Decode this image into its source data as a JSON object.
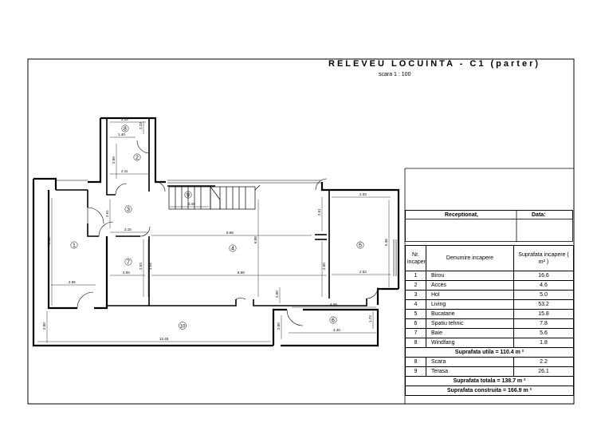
{
  "header": {
    "title": "RELEVEU LOCUINTA - C1 (parter)",
    "scale": "scara 1 : 100"
  },
  "stamp": {
    "received_label": "Receptionat,",
    "date_label": "Data:"
  },
  "rooms_table": {
    "col_nr": "Nr. incapere",
    "col_name": "Denumire incapere",
    "col_area": "Suprafata incapere ( m² )",
    "rows": [
      {
        "nr": "1",
        "name": "Birou",
        "area": "16.6"
      },
      {
        "nr": "2",
        "name": "Acces",
        "area": "4.6"
      },
      {
        "nr": "3",
        "name": "Hol",
        "area": "5.0"
      },
      {
        "nr": "4",
        "name": "Living",
        "area": "53.2"
      },
      {
        "nr": "5",
        "name": "Bucatarie",
        "area": "15.8"
      },
      {
        "nr": "6",
        "name": "Spatiu tehnic",
        "area": "7.8"
      },
      {
        "nr": "7",
        "name": "Baie",
        "area": "5.6"
      },
      {
        "nr": "8",
        "name": "Windfang",
        "area": "1.8"
      }
    ],
    "useful_total": "Suprafata utila = 110.4 m ²",
    "extra_rows": [
      {
        "nr": "8",
        "name": "Scara",
        "area": "2.2"
      },
      {
        "nr": "9",
        "name": "Terasa",
        "area": "26.1"
      }
    ],
    "total": "Suprafata totala = 138.7 m ²",
    "built_total": "Suprafata construita = 166.9 m ²"
  },
  "plan": {
    "room_numbers": [
      "1",
      "2",
      "3",
      "4",
      "5",
      "6",
      "7",
      "8",
      "9",
      "10"
    ],
    "dimensions": {
      "d_2_12": "2.12",
      "d_1_40": "1.40",
      "d_2_23": "2.23",
      "d_2_00a": "2.00",
      "d_2_11": "2.11",
      "d_2_15": "2.15",
      "d_2_40": "2.40",
      "d_2_51": "2.51",
      "d_5_43": "5.43",
      "d_2_65": "2.65",
      "d_8_68a": "8.68",
      "d_8_68b": "8.68",
      "d_6_08": "6.08",
      "d_2_53": "2.53",
      "d_2_00b": "2.00",
      "d_3_54": "3.54",
      "d_2_50": "2.50",
      "d_2_03": "2.03",
      "d_2_51b": "2.51",
      "d_2_53b": "2.53",
      "d_5_38": "5.38",
      "d_4_58": "4.58",
      "d_4_40": "4.40",
      "d_1_73": "1.73",
      "d_2_00c": "2.00",
      "d_12_45": "12.45",
      "d_2_00d": "2.00",
      "d_2_00e": "2.00"
    }
  }
}
